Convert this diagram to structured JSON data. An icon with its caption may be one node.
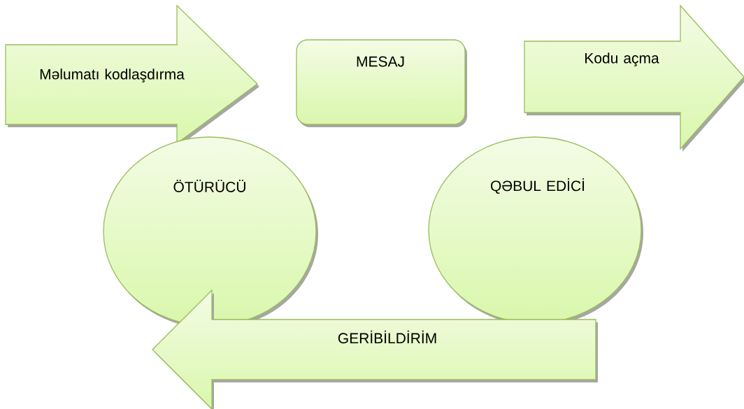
{
  "diagram": {
    "nodes": [
      {
        "text": [
          "Məlumatı kodlaşdırma"
        ]
      },
      {
        "text": [
          "MESAJ"
        ]
      },
      {
        "text": [
          "Kodu açma"
        ]
      },
      {
        "text": [
          "ÖTÜRÜCÜ"
        ]
      },
      {
        "text": [
          "QƏBUL EDİCİ"
        ]
      },
      {
        "text": [
          "GERİBİLDİRİM"
        ]
      }
    ]
  }
}
